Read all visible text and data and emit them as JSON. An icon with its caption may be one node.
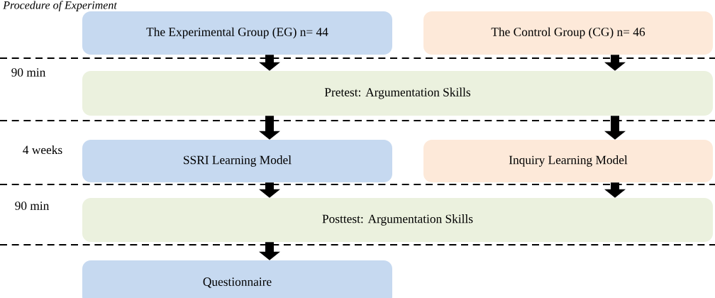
{
  "diagram": {
    "title": "Procedure of Experiment",
    "nodes": [
      {
        "text": [
          "The Experimental Group (EG) n= 44"
        ]
      },
      {
        "text": [
          "The Control Group (CG) n= 46"
        ]
      },
      {
        "text": [
          "Pretest: Argumentation Skills"
        ]
      },
      {
        "text": [
          "SSRI Learning Model"
        ]
      },
      {
        "text": [
          "Inquiry Learning Model"
        ]
      },
      {
        "text": [
          "Posttest: Argumentation Skills"
        ]
      },
      {
        "text": [
          "Questionnaire"
        ]
      }
    ],
    "edges": [
      {
        "from": 0,
        "to": 2,
        "arrow": "to"
      },
      {
        "from": 1,
        "to": 2,
        "arrow": "to"
      },
      {
        "from": 2,
        "to": 3,
        "arrow": "to"
      },
      {
        "from": 2,
        "to": 4,
        "arrow": "to"
      },
      {
        "from": 3,
        "to": 5,
        "arrow": "to"
      },
      {
        "from": 4,
        "to": 5,
        "arrow": "to"
      },
      {
        "from": 5,
        "to": 6,
        "arrow": "to"
      }
    ],
    "labels": [
      "90 min",
      "4 weeks",
      "90 min"
    ]
  }
}
